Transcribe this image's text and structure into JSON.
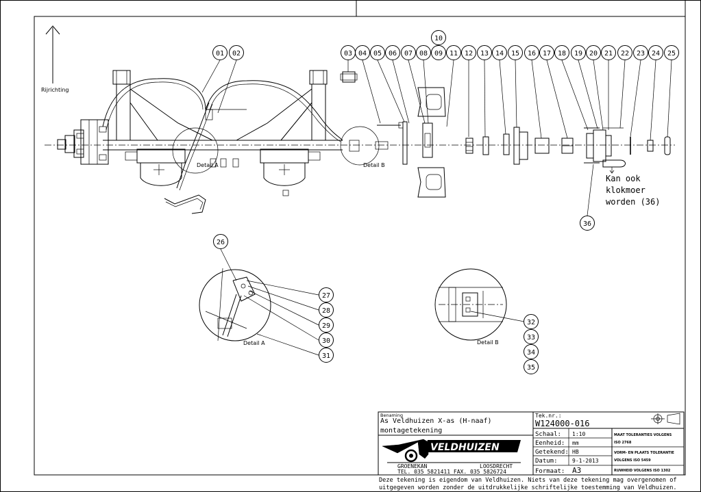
{
  "direction_label": "Rijrichting",
  "callouts_top": [
    "01",
    "02",
    "03",
    "04",
    "05",
    "06",
    "07",
    "08",
    "09",
    "10",
    "11",
    "12",
    "13",
    "14",
    "15",
    "16",
    "17",
    "18",
    "19",
    "20",
    "21",
    "22",
    "23",
    "24",
    "25"
  ],
  "callout_36": "36",
  "note_lines": [
    "Kan ook",
    "klokmoer",
    "worden (36)"
  ],
  "detail_a": {
    "label": "Detail A",
    "callouts": [
      "26",
      "27",
      "28",
      "29",
      "30",
      "31"
    ]
  },
  "detail_b": {
    "label": "Detail B",
    "callouts": [
      "32",
      "33",
      "34",
      "35"
    ]
  },
  "title_block": {
    "benaming_label": "Benaming",
    "title_line1": "As Veldhuizen X-as (H-naaf)",
    "title_line2": "montagetekening",
    "company": "VELDHUIZEN",
    "city_left": "GROENEKAN",
    "city_right": "LOOSDRECHT",
    "phone": "TEL. 035 5821411  FAX. 035 5826724",
    "teknr_label": "Tek.nr.:",
    "teknr": "W124000-016",
    "schaal_label": "Schaal:",
    "schaal": "1:10",
    "eenheid_label": "Eenheid:",
    "eenheid": "mm",
    "getekend_label": "Getekend:",
    "getekend": "HB",
    "datum_label": "Datum:",
    "datum": "9-1-2013",
    "formaat_label": "Formaat:",
    "formaat": "A3",
    "tol1_a": "MAAT TOLERANTIES VOLGENS",
    "tol1_b": "ISO 2768",
    "tol2_a": "VORM- EN PLAATS TOLERANTIE",
    "tol2_b": "VOLGENS ISO 5459",
    "tol3": "RUWHEID VOLGENS ISO 1302"
  },
  "footer_line1": "Deze tekening is eigendom van Veldhuizen. Niets van deze tekening mag overgenomen of",
  "footer_line2": "uitgegeven worden zonder de uitdrukkelijke schriftelijke toestemming van Veldhuizen."
}
